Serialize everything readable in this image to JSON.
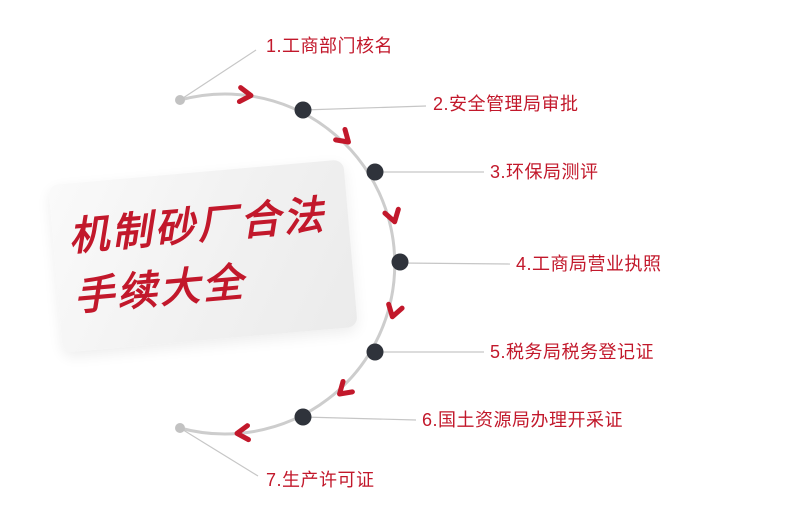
{
  "title": {
    "line1": "机制砂厂合法",
    "line2": "手续大全"
  },
  "steps": [
    {
      "label": "1.工商部门核名"
    },
    {
      "label": "2.安全管理局审批"
    },
    {
      "label": "3.环保局测评"
    },
    {
      "label": "4.工商局营业执照"
    },
    {
      "label": "5.税务局税务登记证"
    },
    {
      "label": "6.国土资源局办理开采证"
    },
    {
      "label": "7.生产许可证"
    }
  ],
  "icons": {
    "flow_arrow": "chevron-right",
    "step_node": "dot"
  },
  "colors": {
    "accent": "#c2182b",
    "arc": "#cdcdcd",
    "node": "#2f333b",
    "line": "#c6c6c6",
    "endpoint": "#c2c2c2"
  }
}
